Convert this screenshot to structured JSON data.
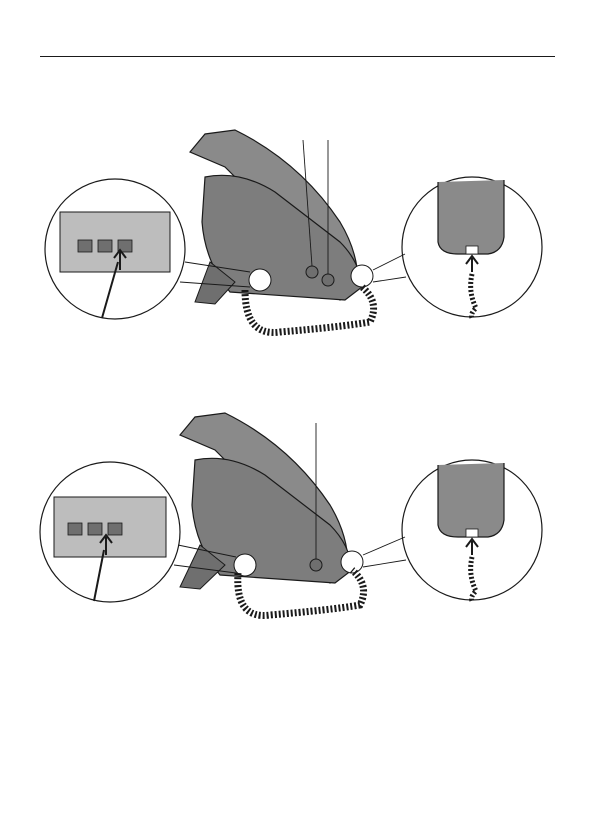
{
  "page": {
    "colors": {
      "ink": "#1a1a1a",
      "body_fill": "#8a8a8a",
      "body_dark": "#6f6f6f",
      "panel": "#bdbdbd",
      "paper": "#ffffff"
    }
  },
  "illustrations": [
    {
      "id": "fig1",
      "callout_count": 2
    },
    {
      "id": "fig2",
      "callout_count": 1
    }
  ]
}
